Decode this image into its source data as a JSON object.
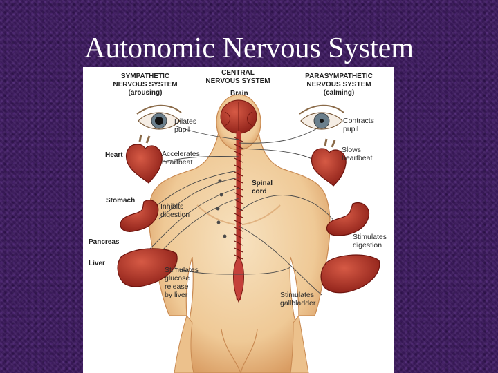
{
  "slide": {
    "title": "Autonomic Nervous System"
  },
  "diagram": {
    "headers": {
      "sympathetic": "SYMPATHETIC\nNERVOUS SYSTEM\n(arousing)",
      "central": "CENTRAL\nNERVOUS SYSTEM",
      "parasympathetic": "PARASYMPATHETIC\nNERVOUS SYSTEM\n(calming)"
    },
    "organs": {
      "brain": "Brain",
      "spinal_cord": "Spinal\ncord",
      "heart": "Heart",
      "stomach": "Stomach",
      "pancreas": "Pancreas",
      "liver": "Liver"
    },
    "sympathetic_effects": {
      "eye": "Dilates\npupil",
      "heart": "Accelerates\nheartbeat",
      "stomach": "Inhibits\ndigestion",
      "liver": "Stimulates\nglucose\nrelease\nby liver"
    },
    "parasympathetic_effects": {
      "eye": "Contracts\npupil",
      "heart": "Slows\nheartbeat",
      "stomach": "Stimulates\ndigestion",
      "gallbladder": "Stimulates\ngallbladder"
    },
    "colors": {
      "skin": "#f2d3a6",
      "skin_shadow": "#d9a26c",
      "organ": "#b2372b",
      "spine": "#b5342c",
      "nerve": "#4a4a4a"
    }
  }
}
